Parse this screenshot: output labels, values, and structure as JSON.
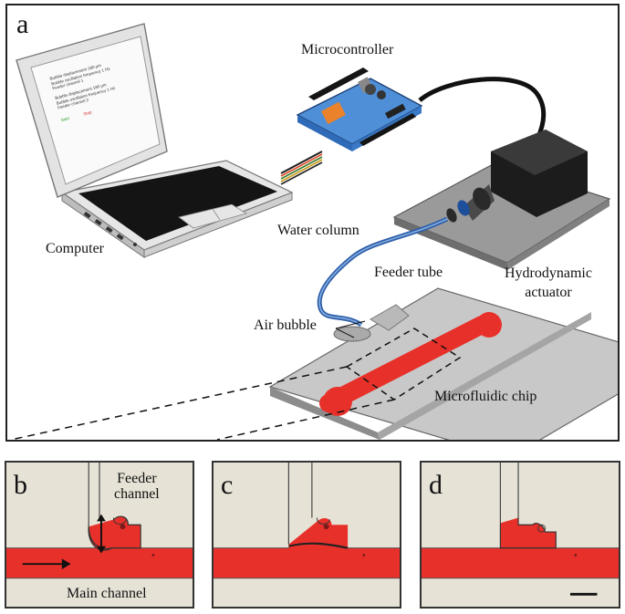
{
  "panel_a": {
    "label": "a",
    "components": {
      "microcontroller": "Microcontroller",
      "computer": "Computer",
      "water_column": "Water column",
      "feeder_tube": "Feeder tube",
      "hydrodynamic_actuator_line1": "Hydrodynamic",
      "hydrodynamic_actuator_line2": "actuator",
      "air_bubble": "Air bubble",
      "microfluidic_chip": "Microfluidic chip"
    },
    "screen": {
      "line1": "Bubble displacement 180 µm",
      "line2": "Bubble oscillation frequency 1 Hz",
      "line3": "Feeder channel 1",
      "line4": "Bubble displacement 180 µm",
      "line5": "Bubble oscillation frequency 1 Hz",
      "line6": "Feeder channel 2",
      "start": "Start",
      "stop": "Stop"
    }
  },
  "panel_b": {
    "label": "b",
    "feeder_line1": "Feeder",
    "feeder_line2": "channel",
    "main_channel": "Main channel"
  },
  "panel_c": {
    "label": "c"
  },
  "panel_d": {
    "label": "d"
  },
  "colors": {
    "channel_red": "#e8302a",
    "board_blue": "#4f8fd8",
    "chip_gray": "#c8c8c8",
    "actuator_black": "#1c1c1c"
  }
}
